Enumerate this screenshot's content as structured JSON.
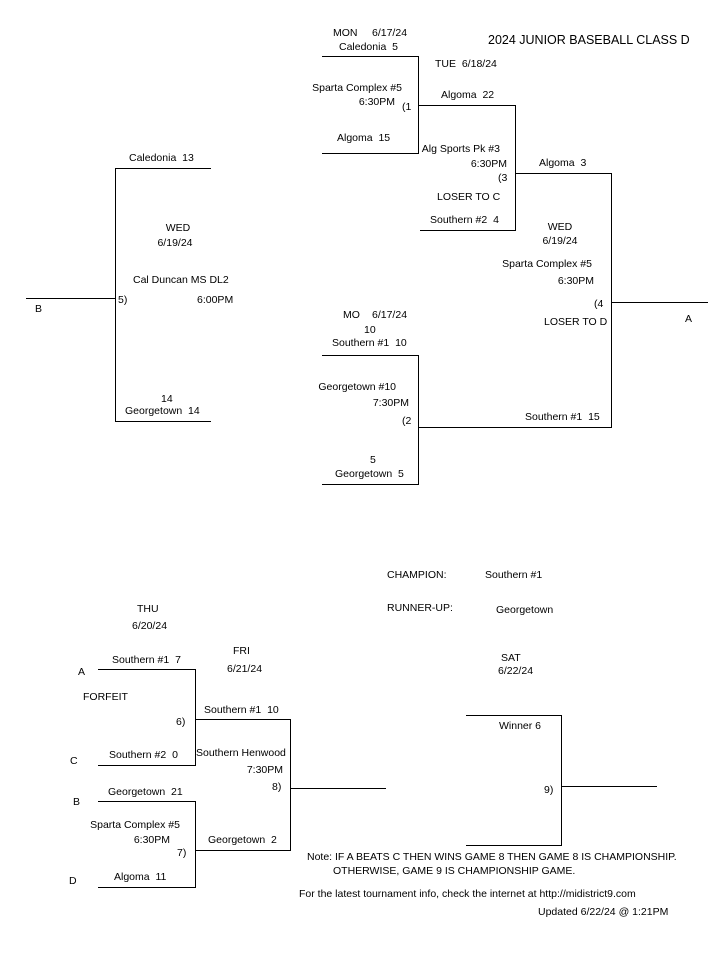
{
  "title": "2024 JUNIOR BASEBALL CLASS D",
  "g1": {
    "day": "MON",
    "date": "6/17/24",
    "team1": "Caledonia",
    "score1": "5",
    "site": "Sparta Complex #5",
    "time": "6:30PM",
    "num": "(1",
    "team2": "Algoma",
    "score2": "15"
  },
  "g2": {
    "day": "MO",
    "date": "6/17/24",
    "score1_above": "10",
    "team1": "Southern #1",
    "score1": "10",
    "site": "Georgetown #10",
    "time": "7:30PM",
    "num": "(2",
    "score2_above": "5",
    "team2": "Georgetown",
    "score2": "5"
  },
  "g3": {
    "day": "TUE",
    "date": "6/18/24",
    "team1": "Algoma",
    "score1": "22",
    "site": "Alg Sports Pk #3",
    "time": "6:30PM",
    "num": "(3",
    "loser_note": "LOSER TO C",
    "team2": "Southern #2",
    "score2": "4"
  },
  "g4": {
    "team1": "Algoma",
    "score1": "3",
    "day": "WED",
    "date": "6/19/24",
    "site": "Sparta Complex #5",
    "time": "6:30PM",
    "num": "(4",
    "loser_note": "LOSER TO D",
    "team2": "Southern #1",
    "score2": "15",
    "winner_to": "A"
  },
  "g5": {
    "team1": "Caledonia",
    "score1": "13",
    "day": "WED",
    "date": "6/19/24",
    "site": "Cal Duncan  MS DL2",
    "time": "6:00PM",
    "num": "5)",
    "score2_above": "14",
    "team2": "Georgetown",
    "score2": "14",
    "loser_to": "B"
  },
  "results": {
    "champion_label": "CHAMPION:",
    "champion": "Southern #1",
    "runnerup_label": "RUNNER-UP:",
    "runnerup": "Georgetown"
  },
  "g6": {
    "day": "THU",
    "date": "6/20/24",
    "slot1": "A",
    "team1": "Southern #1",
    "score1": "7",
    "note": "FORFEIT",
    "num": "6)",
    "slot2": "C",
    "team2": "Southern #2",
    "score2": "0"
  },
  "g7": {
    "slot1": "B",
    "team1": "Georgetown",
    "score1": "21",
    "site": "Sparta Complex #5",
    "time": "6:30PM",
    "num": "7)",
    "slot2": "D",
    "team2": "Algoma",
    "score2": "11"
  },
  "g8": {
    "day": "FRI",
    "date": "6/21/24",
    "team1": "Southern #1",
    "score1": "10",
    "site": "Southern Henwood",
    "time": "7:30PM",
    "num": "8)",
    "team2": "Georgetown",
    "score2": "2"
  },
  "g9": {
    "day": "SAT",
    "date": "6/22/24",
    "team1": "Winner 6",
    "num": "9)"
  },
  "footer": {
    "note1": "Note: IF A BEATS C THEN WINS GAME 8 THEN GAME 8 IS CHAMPIONSHIP.",
    "note2": "OTHERWISE, GAME 9 IS CHAMPIONSHIP GAME.",
    "info": "For the latest tournament info, check the internet at http://midistrict9.com",
    "updated": "Updated  6/22/24 @  1:21PM"
  }
}
